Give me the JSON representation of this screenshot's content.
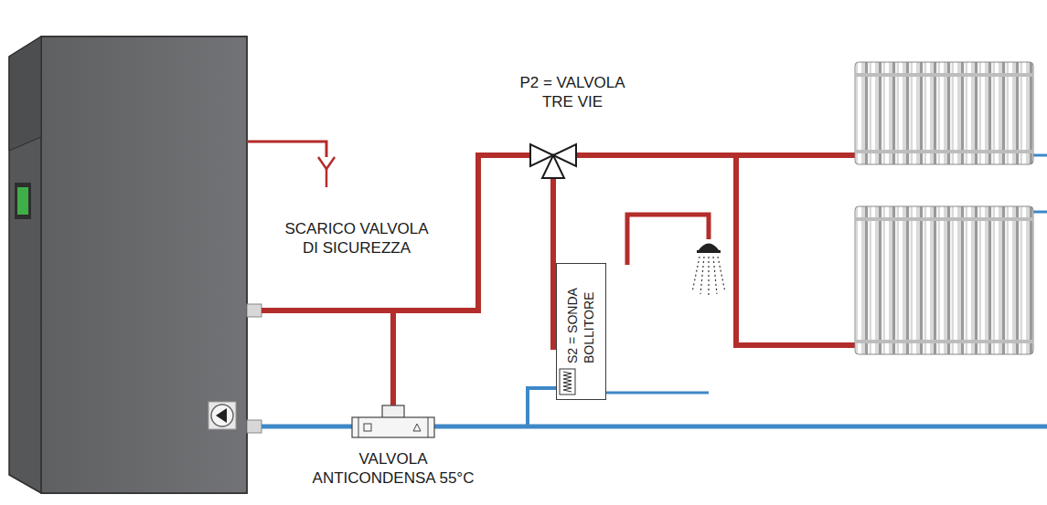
{
  "diagram": {
    "nodes": [
      {
        "text": [
          "S2 = SONDA BOLLITORE"
        ]
      }
    ],
    "labels": [
      "P2 = VALVOLA TRE VIE",
      "SCARICO VALVOLA DI SICUREZZA",
      "VALVOLA ANTICONDENSA 55°C"
    ]
  }
}
